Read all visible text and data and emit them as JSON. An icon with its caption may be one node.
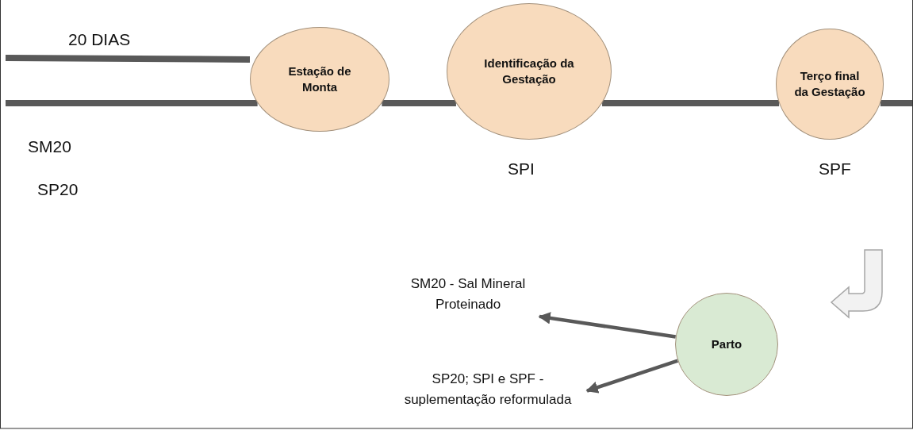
{
  "diagram": {
    "nodes": [
      {
        "text": [
          "Estação de Monta"
        ]
      },
      {
        "text": [
          "Identificação da Gestação"
        ]
      },
      {
        "text": [
          "Terço final da Gestação"
        ]
      },
      {
        "text": [
          "Parto"
        ]
      },
      {
        "text": [
          "SM20 - Sal Mineral Proteinado"
        ]
      },
      {
        "text": [
          "SP20; SPI e SPF - suplementação reformulada"
        ]
      }
    ],
    "edges": [
      {
        "from": null,
        "to": 0,
        "arrow": "none"
      },
      {
        "from": 0,
        "to": 1,
        "arrow": "none"
      },
      {
        "from": 1,
        "to": 2,
        "arrow": "none"
      },
      {
        "from": 2,
        "to": null,
        "arrow": "none"
      },
      {
        "from": 3,
        "to": 4,
        "arrow": "to"
      },
      {
        "from": 3,
        "to": 5,
        "arrow": "to"
      }
    ],
    "labels": [
      "20 DIAS",
      "SM20",
      "SP20",
      "SPI",
      "SPF"
    ]
  }
}
